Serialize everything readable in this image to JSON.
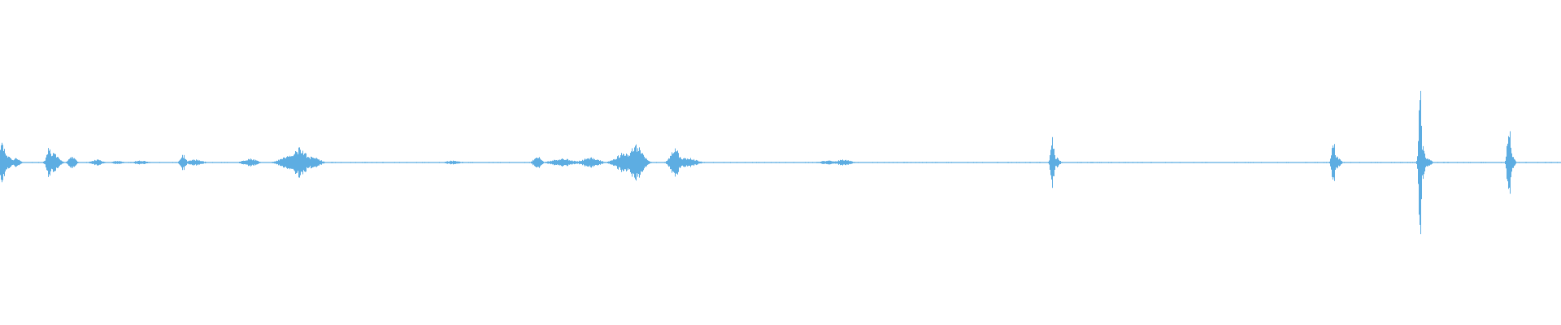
{
  "waveform": {
    "color": "#5dade2",
    "baseline_amplitude": 0.004,
    "events": [
      {
        "t": 0.001,
        "amp": 0.2,
        "w": 0.002
      },
      {
        "t": 0.004,
        "amp": 0.07,
        "w": 0.003
      },
      {
        "t": 0.01,
        "amp": 0.05,
        "w": 0.002
      },
      {
        "t": 0.031,
        "amp": 0.16,
        "w": 0.0012
      },
      {
        "t": 0.034,
        "amp": 0.1,
        "w": 0.003
      },
      {
        "t": 0.046,
        "amp": 0.06,
        "w": 0.002
      },
      {
        "t": 0.062,
        "amp": 0.03,
        "w": 0.003
      },
      {
        "t": 0.075,
        "amp": 0.02,
        "w": 0.003
      },
      {
        "t": 0.09,
        "amp": 0.02,
        "w": 0.004
      },
      {
        "t": 0.117,
        "amp": 0.08,
        "w": 0.0015
      },
      {
        "t": 0.125,
        "amp": 0.03,
        "w": 0.004
      },
      {
        "t": 0.16,
        "amp": 0.04,
        "w": 0.004
      },
      {
        "t": 0.185,
        "amp": 0.07,
        "w": 0.005
      },
      {
        "t": 0.192,
        "amp": 0.15,
        "w": 0.004
      },
      {
        "t": 0.2,
        "amp": 0.06,
        "w": 0.004
      },
      {
        "t": 0.29,
        "amp": 0.02,
        "w": 0.004
      },
      {
        "t": 0.344,
        "amp": 0.07,
        "w": 0.002
      },
      {
        "t": 0.36,
        "amp": 0.04,
        "w": 0.006
      },
      {
        "t": 0.378,
        "amp": 0.05,
        "w": 0.005
      },
      {
        "t": 0.4,
        "amp": 0.1,
        "w": 0.005
      },
      {
        "t": 0.407,
        "amp": 0.18,
        "w": 0.004
      },
      {
        "t": 0.432,
        "amp": 0.16,
        "w": 0.0025
      },
      {
        "t": 0.44,
        "amp": 0.05,
        "w": 0.005
      },
      {
        "t": 0.53,
        "amp": 0.02,
        "w": 0.004
      },
      {
        "t": 0.54,
        "amp": 0.03,
        "w": 0.004
      },
      {
        "t": 0.674,
        "amp": 0.26,
        "w": 0.001
      },
      {
        "t": 0.676,
        "amp": 0.06,
        "w": 0.002
      },
      {
        "t": 0.854,
        "amp": 0.24,
        "w": 0.001
      },
      {
        "t": 0.856,
        "amp": 0.06,
        "w": 0.002
      },
      {
        "t": 0.9095,
        "amp": 0.85,
        "w": 0.0008
      },
      {
        "t": 0.911,
        "amp": 0.2,
        "w": 0.0015
      },
      {
        "t": 0.914,
        "amp": 0.05,
        "w": 0.002
      },
      {
        "t": 0.9665,
        "amp": 0.43,
        "w": 0.001
      },
      {
        "t": 0.968,
        "amp": 0.1,
        "w": 0.0015
      }
    ]
  }
}
